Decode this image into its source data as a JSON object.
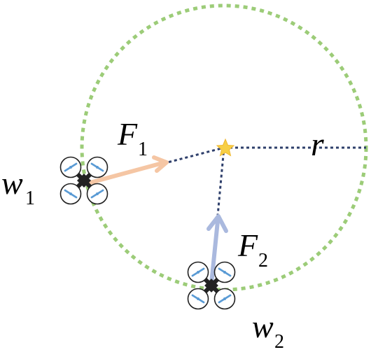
{
  "colors": {
    "circle": "#9ccc78",
    "dotted_line": "#2e3f6b",
    "arrow_f1": "#f5c6a4",
    "arrow_f2": "#aab9de",
    "star": "#f7cf45",
    "drone_body": "#222222",
    "propeller": "#5a9bd5"
  },
  "labels": {
    "f1": {
      "main": "F",
      "sub": "1"
    },
    "f2": {
      "main": "F",
      "sub": "2"
    },
    "r": {
      "main": "r"
    },
    "w1": {
      "main": "w",
      "sub": "1"
    },
    "w2": {
      "main": "w",
      "sub": "2"
    }
  },
  "icons": {
    "drone": "quadcopter-icon",
    "target": "star-icon"
  }
}
